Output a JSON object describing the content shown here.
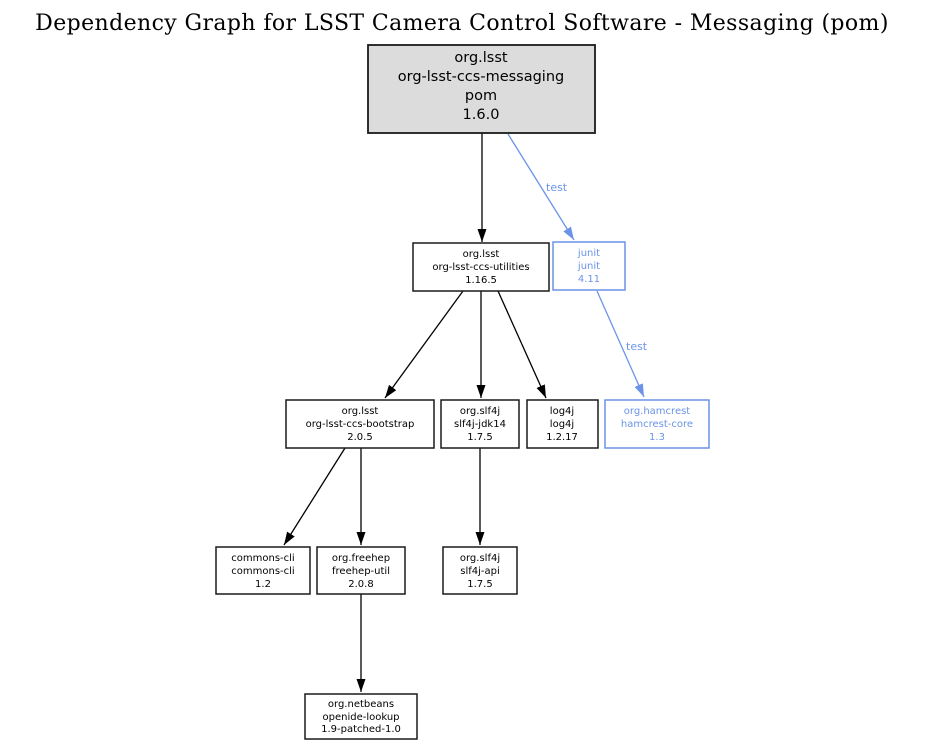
{
  "title": "Dependency Graph for LSST Camera Control Software - Messaging (pom)",
  "colors": {
    "edge": "#000000",
    "test_accent": "#6b93e8",
    "node_fill": "#ffffff",
    "root_fill": "#dcdcdc",
    "node_border": "#1a1a1a",
    "background": "#ffffff"
  },
  "nodes": {
    "messaging": {
      "lines": [
        "org.lsst",
        "org-lsst-ccs-messaging",
        "pom",
        "1.6.0"
      ],
      "scope": "root"
    },
    "utilities": {
      "lines": [
        "org.lsst",
        "org-lsst-ccs-utilities",
        "1.16.5"
      ],
      "scope": "compile"
    },
    "junit": {
      "lines": [
        "junit",
        "junit",
        "4.11"
      ],
      "scope": "test"
    },
    "bootstrap": {
      "lines": [
        "org.lsst",
        "org-lsst-ccs-bootstrap",
        "2.0.5"
      ],
      "scope": "compile"
    },
    "slf4j_jdk14": {
      "lines": [
        "org.slf4j",
        "slf4j-jdk14",
        "1.7.5"
      ],
      "scope": "compile"
    },
    "log4j": {
      "lines": [
        "log4j",
        "log4j",
        "1.2.17"
      ],
      "scope": "compile"
    },
    "hamcrest": {
      "lines": [
        "org.hamcrest",
        "hamcrest-core",
        "1.3"
      ],
      "scope": "test"
    },
    "commons_cli": {
      "lines": [
        "commons-cli",
        "commons-cli",
        "1.2"
      ],
      "scope": "compile"
    },
    "freehep": {
      "lines": [
        "org.freehep",
        "freehep-util",
        "2.0.8"
      ],
      "scope": "compile"
    },
    "slf4j_api": {
      "lines": [
        "org.slf4j",
        "slf4j-api",
        "1.7.5"
      ],
      "scope": "compile"
    },
    "netbeans": {
      "lines": [
        "org.netbeans",
        "openide-lookup",
        "1.9-patched-1.0"
      ],
      "scope": "compile"
    }
  },
  "edge_labels": {
    "messaging_junit": "test",
    "junit_hamcrest": "test"
  }
}
